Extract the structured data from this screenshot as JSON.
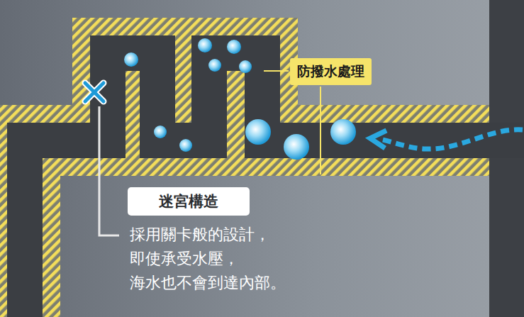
{
  "diagram": {
    "nodes": [
      {
        "text": [
          "防撥水處理"
        ]
      },
      {
        "text": [
          "迷宮構造"
        ]
      }
    ],
    "labels": [
      "採用關卡般的設計， 即使承受水壓， 海水也不會到達內部。"
    ]
  }
}
